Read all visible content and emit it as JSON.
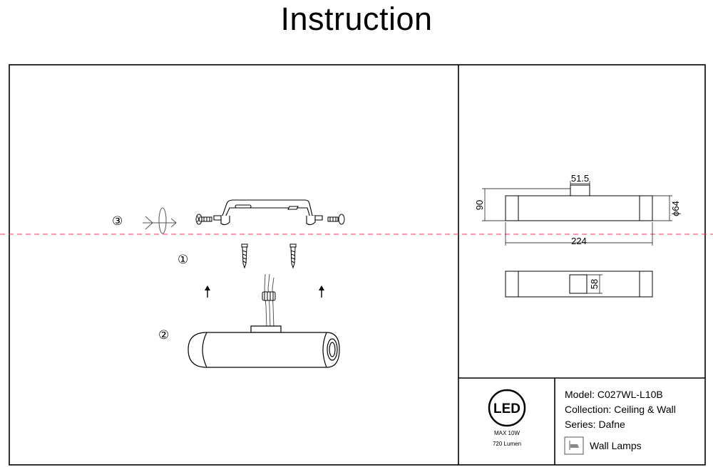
{
  "page": {
    "title": "Instruction"
  },
  "steps": {
    "one": "①",
    "two": "②",
    "three": "③"
  },
  "dimensions": {
    "top_width": "51.5",
    "height": "90",
    "diameter": "ϕ64",
    "length": "224",
    "mount_height": "58"
  },
  "info": {
    "model": "Model: C027WL-L10B",
    "collection": "Collection: Ceiling & Wall",
    "series": "Series: Dafne",
    "category": "Wall Lamps"
  },
  "specs": {
    "led_logo": "LED",
    "power": "MAX 10W",
    "lumen": "720 Lumen"
  },
  "colors": {
    "guide_line": "#e8365a",
    "line": "#000000"
  }
}
